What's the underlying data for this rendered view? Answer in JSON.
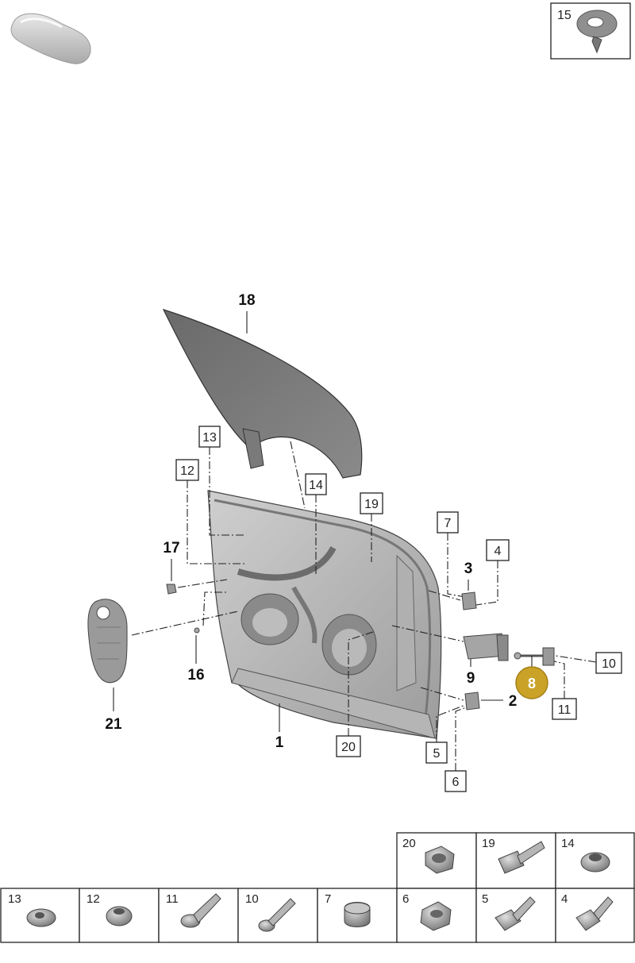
{
  "diagram": {
    "corner_callout": "15",
    "highlighted_part": "8",
    "highlight_color": "#c9a227",
    "bold_labels": {
      "l18": "18",
      "l17": "17",
      "l16": "16",
      "l21": "21",
      "l1": "1",
      "l3": "3",
      "l9": "9",
      "l2": "2"
    },
    "boxed_labels": {
      "b13": "13",
      "b12": "12",
      "b14": "14",
      "b19": "19",
      "b7": "7",
      "b4": "4",
      "b10": "10",
      "b11": "11",
      "b20": "20",
      "b5": "5",
      "b6": "6"
    },
    "parts_table": {
      "top_row": [
        "20",
        "19",
        "14"
      ],
      "bottom_row": [
        "13",
        "12",
        "11",
        "10",
        "7",
        "6",
        "5",
        "4"
      ]
    }
  }
}
